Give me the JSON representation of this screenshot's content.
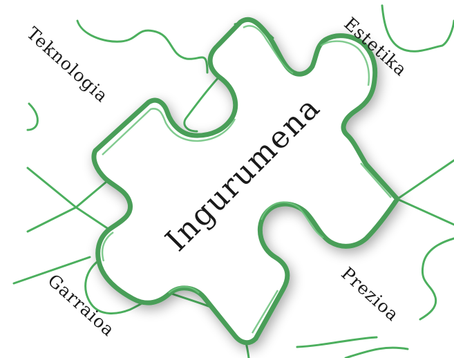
{
  "diagram": {
    "center_label": "Ingurumena",
    "corner_labels": {
      "top_left": "Teknologia",
      "top_right": "Estetika",
      "bottom_left": "Garraioa",
      "bottom_right": "Prezioa"
    },
    "colors": {
      "accent": "#4caf5e",
      "piece_stroke": "#4a9e59",
      "text": "#1a1a1a",
      "background": "#ffffff"
    }
  }
}
